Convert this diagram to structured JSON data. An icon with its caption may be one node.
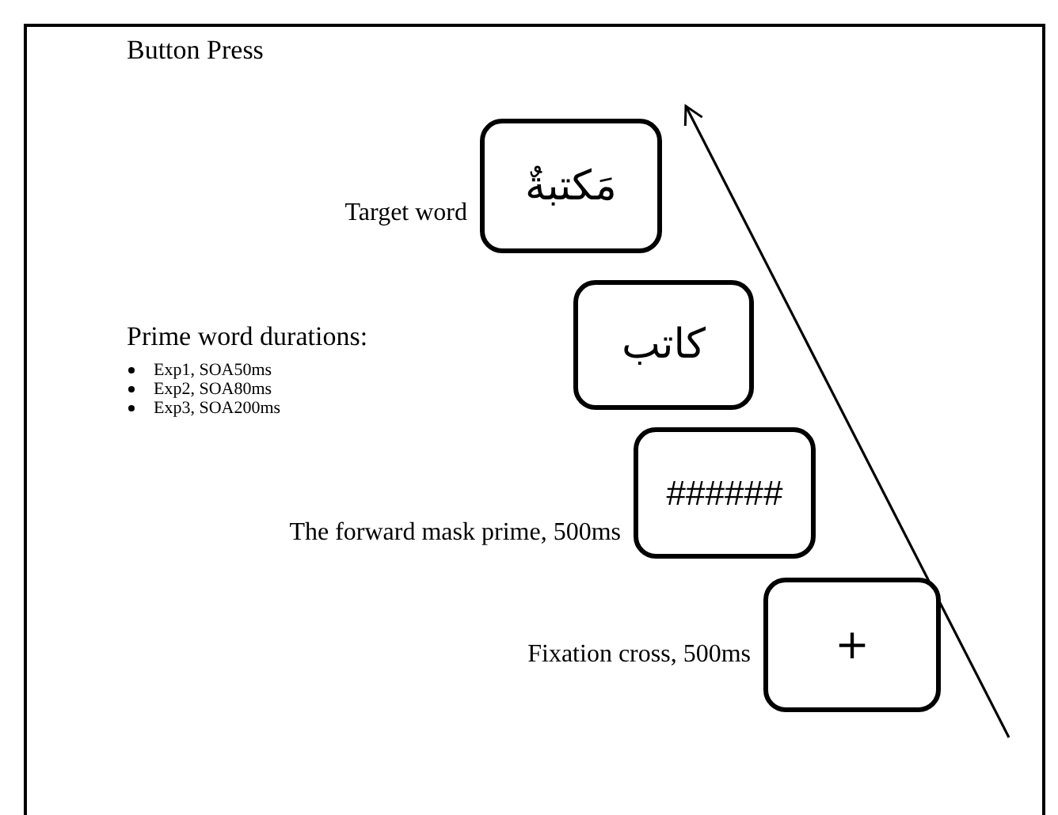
{
  "diagram": {
    "nodes": [
      {
        "text": [
          "مَكتبةٌ"
        ],
        "beside": [
          "Target word"
        ]
      },
      {
        "text": [
          "كاتب"
        ],
        "beside": [
          "Prime word durations:",
          "Exp1, SOA50ms",
          "Exp2, SOA80ms",
          "Exp3, SOA200ms"
        ]
      },
      {
        "text": [
          "######"
        ],
        "beside": [
          "The forward mask prime, 500ms"
        ]
      },
      {
        "text": [
          "+"
        ],
        "beside": [
          "Fixation cross, 500ms"
        ]
      }
    ],
    "edges": [],
    "labels": [
      "Button Press"
    ]
  }
}
